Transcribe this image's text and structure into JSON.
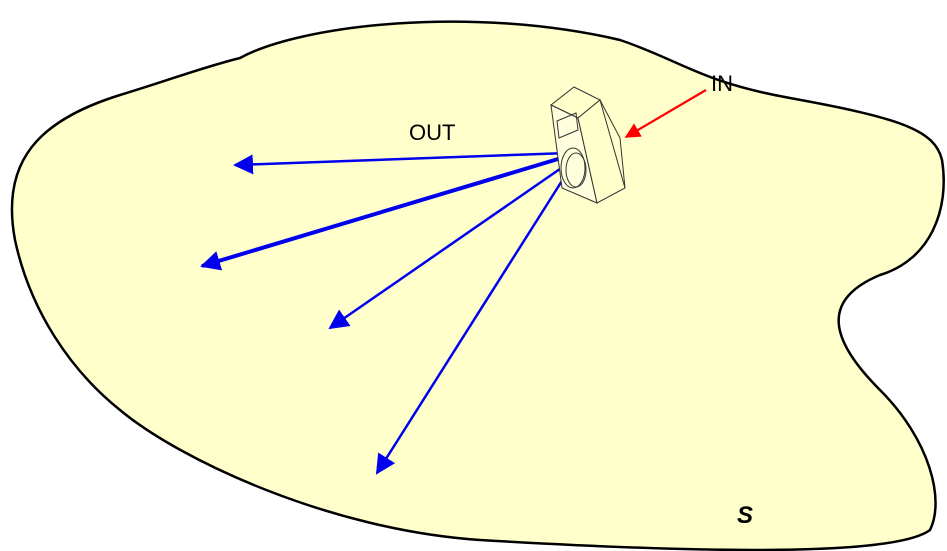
{
  "labels": {
    "in": "IN",
    "out": "OUT",
    "region": "S"
  },
  "colors": {
    "region_fill": "#FFFFCC",
    "region_stroke": "#000000",
    "input_arrow": "#FF0000",
    "output_arrows": "#0000EE",
    "speaker_stroke": "#333333"
  },
  "icons": {
    "speaker": "loudspeaker-icon"
  }
}
